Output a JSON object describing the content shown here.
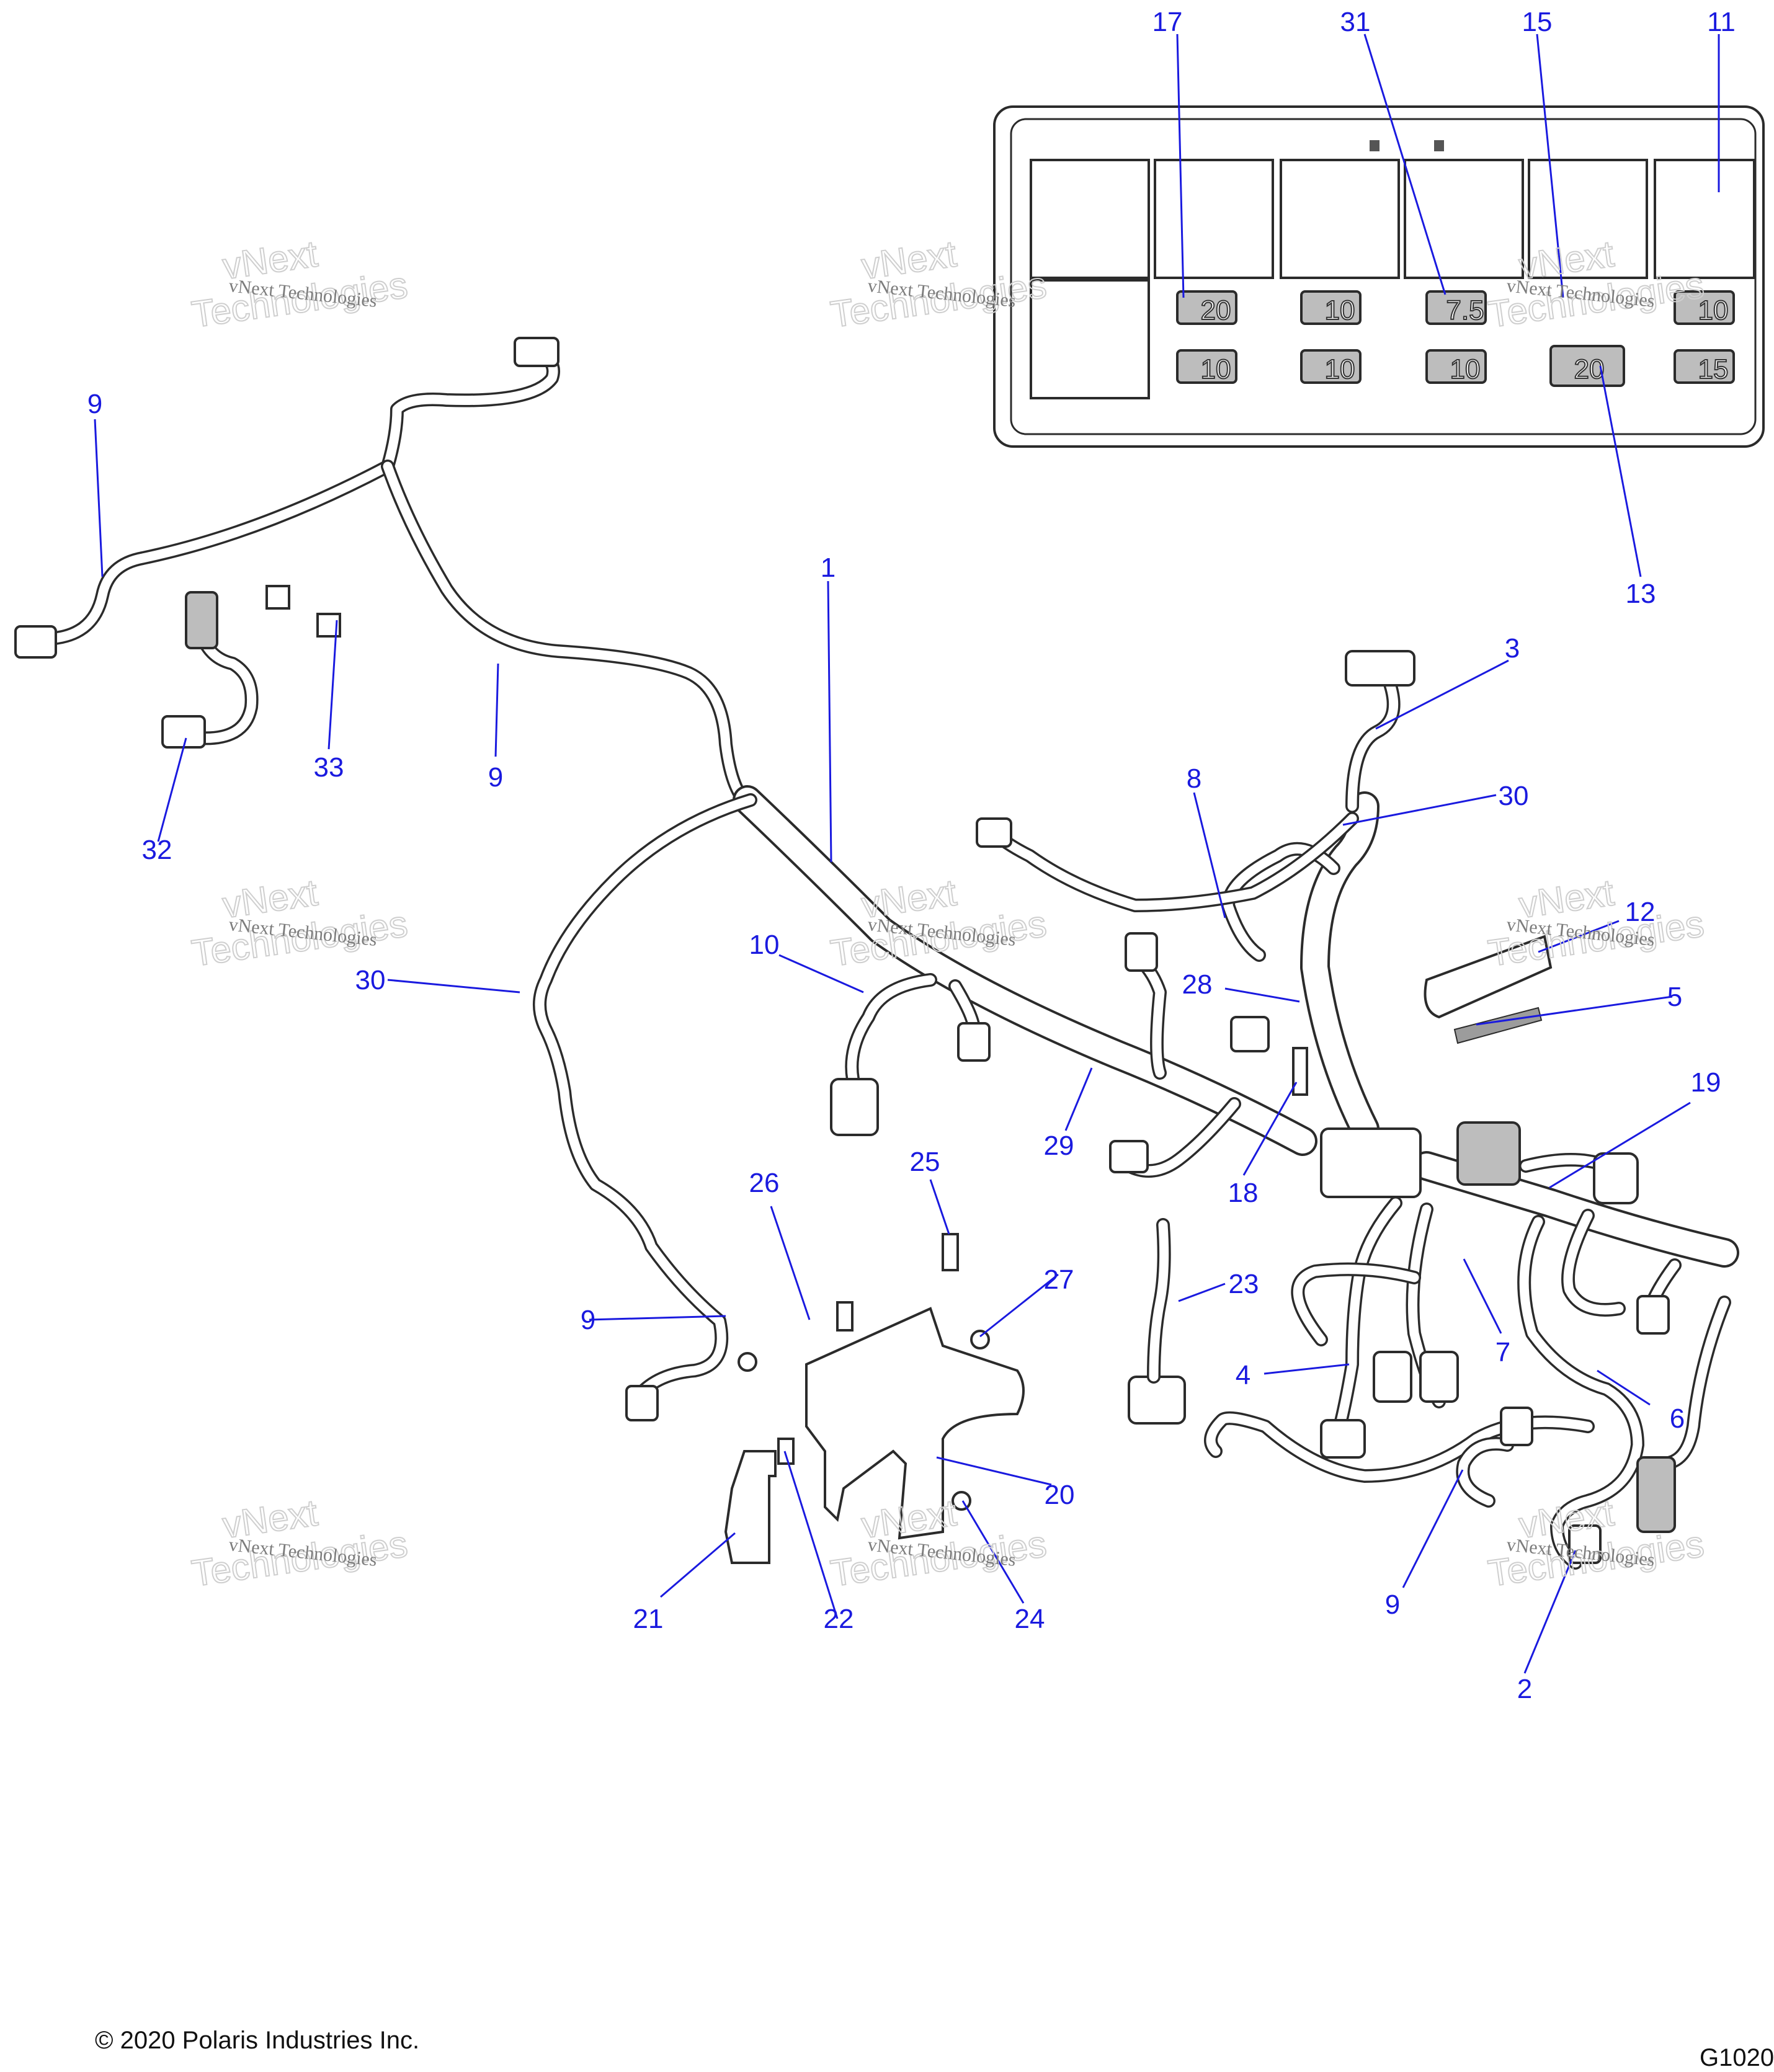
{
  "callouts": [
    {
      "id": "c17",
      "label": "17"
    },
    {
      "id": "c31",
      "label": "31"
    },
    {
      "id": "c15",
      "label": "15"
    },
    {
      "id": "c11",
      "label": "11"
    },
    {
      "id": "c13",
      "label": "13"
    },
    {
      "id": "c9a",
      "label": "9"
    },
    {
      "id": "c33",
      "label": "33"
    },
    {
      "id": "c9b",
      "label": "9"
    },
    {
      "id": "c32",
      "label": "32"
    },
    {
      "id": "c1",
      "label": "1"
    },
    {
      "id": "c3",
      "label": "3"
    },
    {
      "id": "c8",
      "label": "8"
    },
    {
      "id": "c30a",
      "label": "30"
    },
    {
      "id": "c10",
      "label": "10"
    },
    {
      "id": "c12",
      "label": "12"
    },
    {
      "id": "c30b",
      "label": "30"
    },
    {
      "id": "c28",
      "label": "28"
    },
    {
      "id": "c5",
      "label": "5"
    },
    {
      "id": "c19",
      "label": "19"
    },
    {
      "id": "c29",
      "label": "29"
    },
    {
      "id": "c18",
      "label": "18"
    },
    {
      "id": "c26",
      "label": "26"
    },
    {
      "id": "c25",
      "label": "25"
    },
    {
      "id": "c27",
      "label": "27"
    },
    {
      "id": "c23",
      "label": "23"
    },
    {
      "id": "c9c",
      "label": "9"
    },
    {
      "id": "c7",
      "label": "7"
    },
    {
      "id": "c4",
      "label": "4"
    },
    {
      "id": "c6",
      "label": "6"
    },
    {
      "id": "c20",
      "label": "20"
    },
    {
      "id": "c9d",
      "label": "9"
    },
    {
      "id": "c21",
      "label": "21"
    },
    {
      "id": "c22",
      "label": "22"
    },
    {
      "id": "c24",
      "label": "24"
    },
    {
      "id": "c2",
      "label": "2"
    }
  ],
  "fuses": [
    {
      "id": "f1",
      "rating": "20"
    },
    {
      "id": "f2",
      "rating": "10"
    },
    {
      "id": "f3",
      "rating": "7.5"
    },
    {
      "id": "f4",
      "rating": "10"
    },
    {
      "id": "f5",
      "rating": "10"
    },
    {
      "id": "f6",
      "rating": "10"
    },
    {
      "id": "f7",
      "rating": "10"
    },
    {
      "id": "f8",
      "rating": "20"
    },
    {
      "id": "f9",
      "rating": "15"
    }
  ],
  "watermark": {
    "line1": "vNext Technologies",
    "big_top": "vNext",
    "big_bottom": "Technologies"
  },
  "copyright": "© 2020 Polaris Industries Inc.",
  "figure_code": "G1020"
}
